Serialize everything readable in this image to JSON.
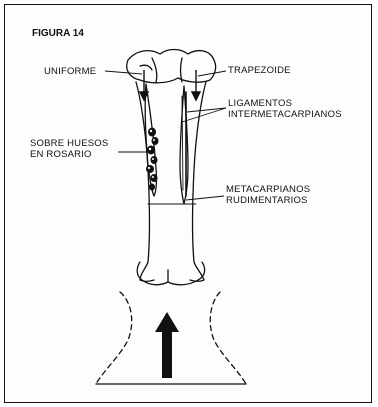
{
  "figure": {
    "title": "FIGURA 14"
  },
  "labels": {
    "uniforme": "UNIFORME",
    "trapezoide": "TRAPEZOIDE",
    "ligamentos_1": "LIGAMENTOS",
    "ligamentos_2": "INTERMETACARPIANOS",
    "sobre_1": "SOBRE HUESOS",
    "sobre_2": "EN ROSARIO",
    "meta_1": "METACARPIANOS",
    "meta_2": "RUDIMENTARIOS"
  },
  "colors": {
    "ink": "#111111",
    "paper": "#fdfdfb"
  }
}
